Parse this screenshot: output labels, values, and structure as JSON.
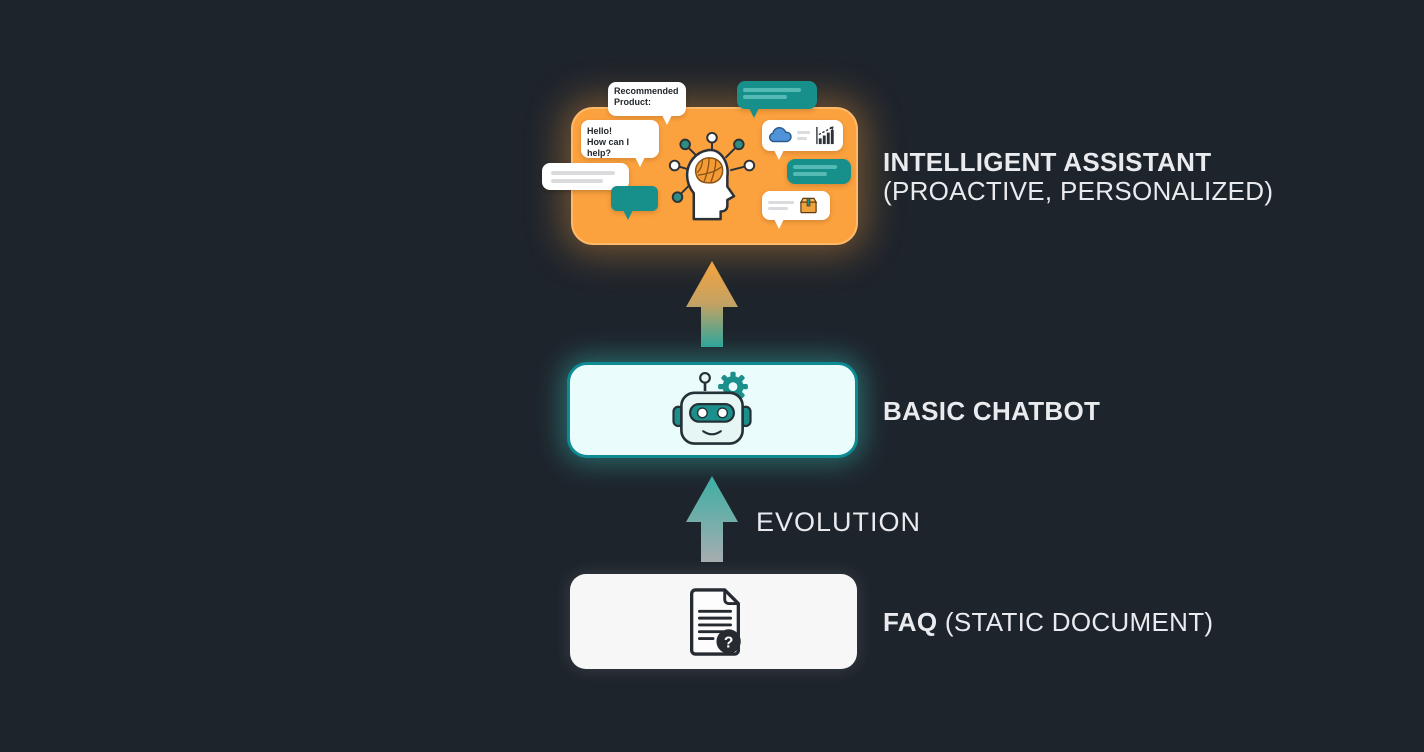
{
  "canvas": {
    "background": "#1e242c"
  },
  "tiers": {
    "top": {
      "title_bold": "INTELLIGENT ASSISTANT",
      "title_regular": "(PROACTIVE, PERSONALIZED)",
      "box_color": "#fba13e"
    },
    "middle": {
      "title_bold": "BASIC CHATBOT",
      "box_color": "#eafcfb",
      "border_color": "#0e8a92"
    },
    "bottom": {
      "title_bold": "FAQ",
      "title_regular": "(STATIC DOCUMENT)",
      "box_color": "#f7f7f8"
    }
  },
  "arrow_label": "EVOLUTION",
  "assistant_bubbles": {
    "recommended_line1": "Recommended",
    "recommended_line2": "Product:",
    "hello_line1": "Hello!",
    "hello_line2": "How can I help?"
  },
  "faq_icon": {
    "question_mark": "?"
  },
  "palette": {
    "background": "#1e242c",
    "teal": "#17908c",
    "teal_light": "#55bab4",
    "orange": "#fba13e",
    "label_text": "#e9ebee",
    "arrow_gray": "#a6adb0"
  }
}
